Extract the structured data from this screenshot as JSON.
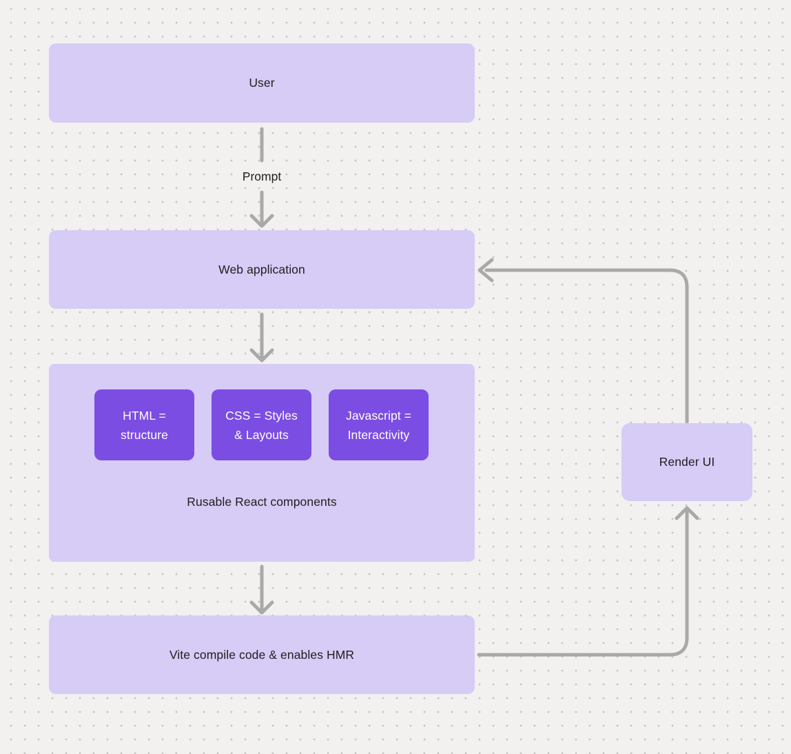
{
  "diagram": {
    "colors": {
      "background": "#f2f1f0",
      "dot": "#c6c4c2",
      "node_fill": "#d6ccf6",
      "component_fill": "#7c4de2",
      "component_text": "#ffffff",
      "text": "#1e1e1e",
      "connector": "#a9a9a9"
    },
    "nodes": {
      "user": {
        "label": "User"
      },
      "web_application": {
        "label": "Web application"
      },
      "components": {
        "items": [
          {
            "label": "HTML = structure"
          },
          {
            "label": "CSS = Styles & Layouts"
          },
          {
            "label": "Javascript = Interactivity"
          }
        ],
        "caption": "Rusable React components"
      },
      "vite": {
        "label": "Vite compile code & enables HMR"
      },
      "render_ui": {
        "label": "Render UI"
      }
    },
    "edge_labels": {
      "user_to_webapp": "Prompt"
    }
  }
}
